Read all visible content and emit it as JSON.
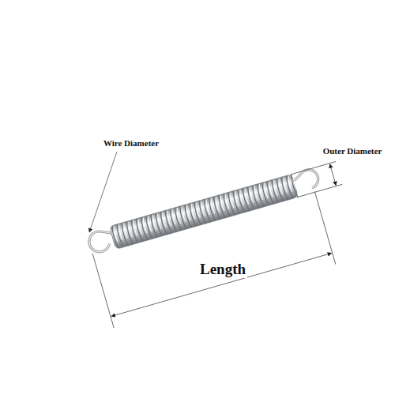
{
  "diagram": {
    "labels": [
      "Wire Diameter",
      "Outer Diameter",
      "Length"
    ]
  }
}
